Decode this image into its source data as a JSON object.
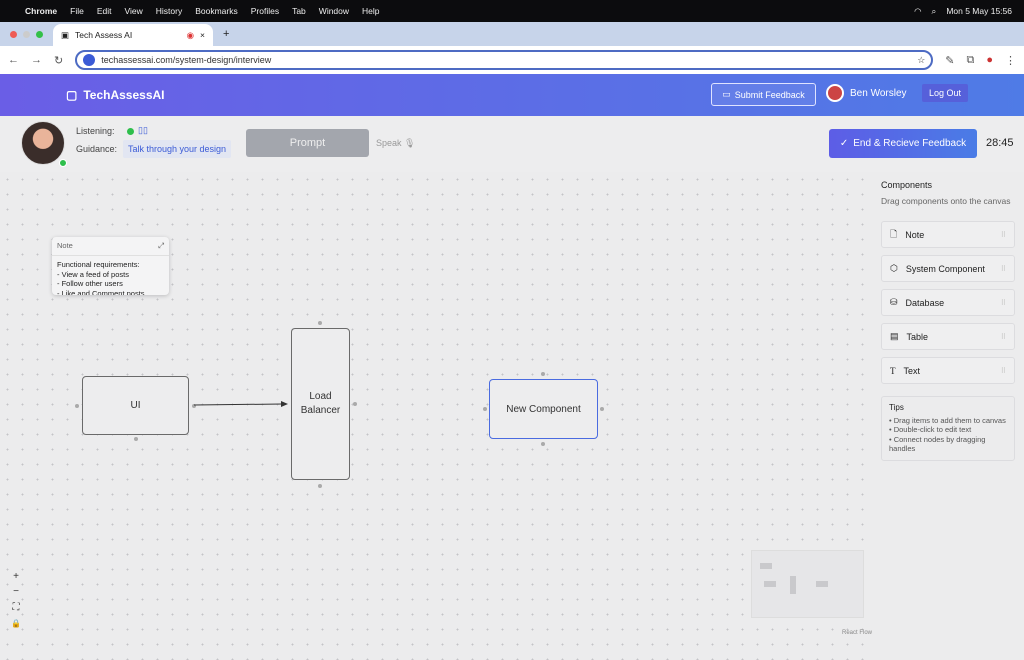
{
  "menubar": {
    "app": "Chrome",
    "items": [
      "File",
      "Edit",
      "View",
      "History",
      "Bookmarks",
      "Profiles",
      "Tab",
      "Window",
      "Help"
    ],
    "clock": "Mon 5 May  15:56"
  },
  "browser": {
    "tab_title": "Tech Assess AI",
    "url": "techassessai.com/system-design/interview"
  },
  "header": {
    "brand": "TechAssessAI",
    "submit_feedback": "Submit Feedback",
    "user_name": "Ben Worsley",
    "logout": "Log Out",
    "colors": {
      "gradient_start": "#6a5ee6",
      "gradient_end": "#4f7be6"
    }
  },
  "toolbar": {
    "listening_label": "Listening:",
    "guidance_label": "Guidance:",
    "guidance_text": "Talk through your design",
    "prompt_button": "Prompt",
    "speak_label": "Speak",
    "end_button": "End & Recieve Feedback",
    "timer": "28:45"
  },
  "canvas": {
    "note": {
      "title": "Note",
      "body": "Functional requirements:\n- View a feed of posts\n- Follow other users\n- Like and Comment posts"
    },
    "nodes": [
      {
        "label": "UI"
      },
      {
        "label": "Load Balancer"
      },
      {
        "label": "New Component"
      }
    ],
    "attribution": "React Flow"
  },
  "sidebar": {
    "title": "Components",
    "subtitle": "Drag components onto the canvas",
    "items": [
      {
        "label": "Note",
        "icon": "file-icon"
      },
      {
        "label": "System Component",
        "icon": "cube-icon"
      },
      {
        "label": "Database",
        "icon": "database-icon"
      },
      {
        "label": "Table",
        "icon": "table-icon"
      },
      {
        "label": "Text",
        "icon": "text-icon"
      }
    ],
    "tips_title": "Tips",
    "tips": [
      "• Drag items to add them to canvas",
      "• Double-click to edit text",
      "• Connect nodes by dragging handles"
    ]
  }
}
